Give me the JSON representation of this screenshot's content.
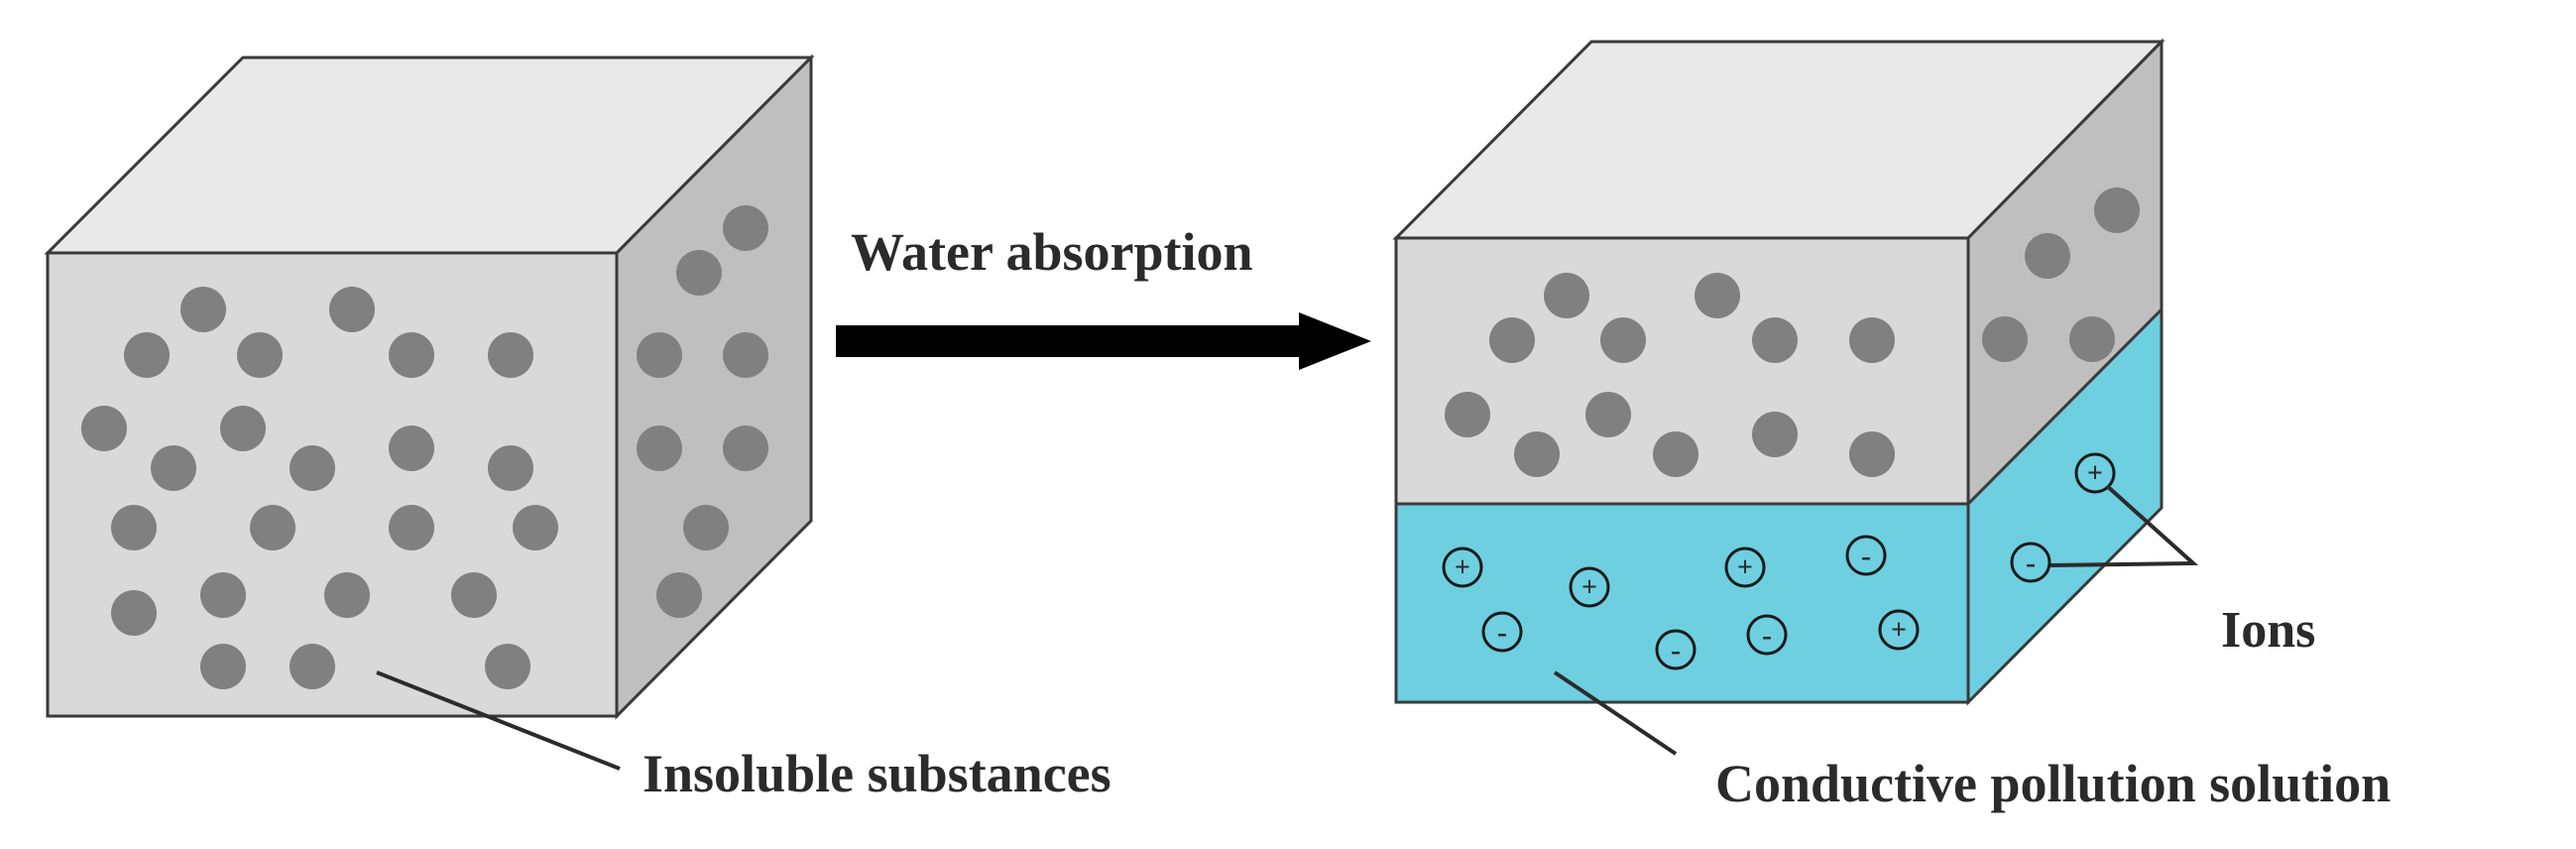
{
  "labels": {
    "process": "Water absorption",
    "insoluble": "Insoluble substances",
    "solution": "Conductive pollution solution",
    "ions": "Ions"
  },
  "ion_symbols": {
    "positive": "+",
    "negative": "-"
  },
  "colors": {
    "front_face": "#d9d9d9",
    "top_face": "#e9e9e9",
    "side_face": "#bfbfbf",
    "particle": "#808080",
    "solution": "#6ecfe0",
    "stroke": "#3a3a3a",
    "arrow": "#000000",
    "text": "#2b2b2b"
  }
}
